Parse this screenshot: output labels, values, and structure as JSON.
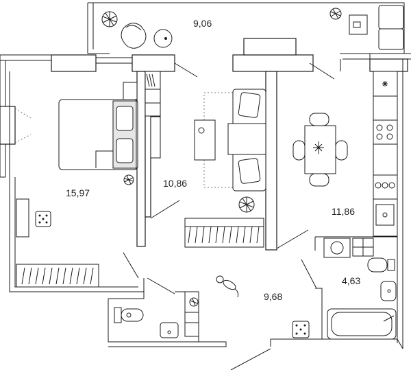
{
  "rooms": [
    {
      "id": "balcony",
      "area": "9,06"
    },
    {
      "id": "bedroom",
      "area": "15,97"
    },
    {
      "id": "room",
      "area": "10,86"
    },
    {
      "id": "kitchen-living",
      "area": "11,86"
    },
    {
      "id": "hallway",
      "area": "9,68"
    },
    {
      "id": "bathroom",
      "area": "4,63"
    }
  ]
}
